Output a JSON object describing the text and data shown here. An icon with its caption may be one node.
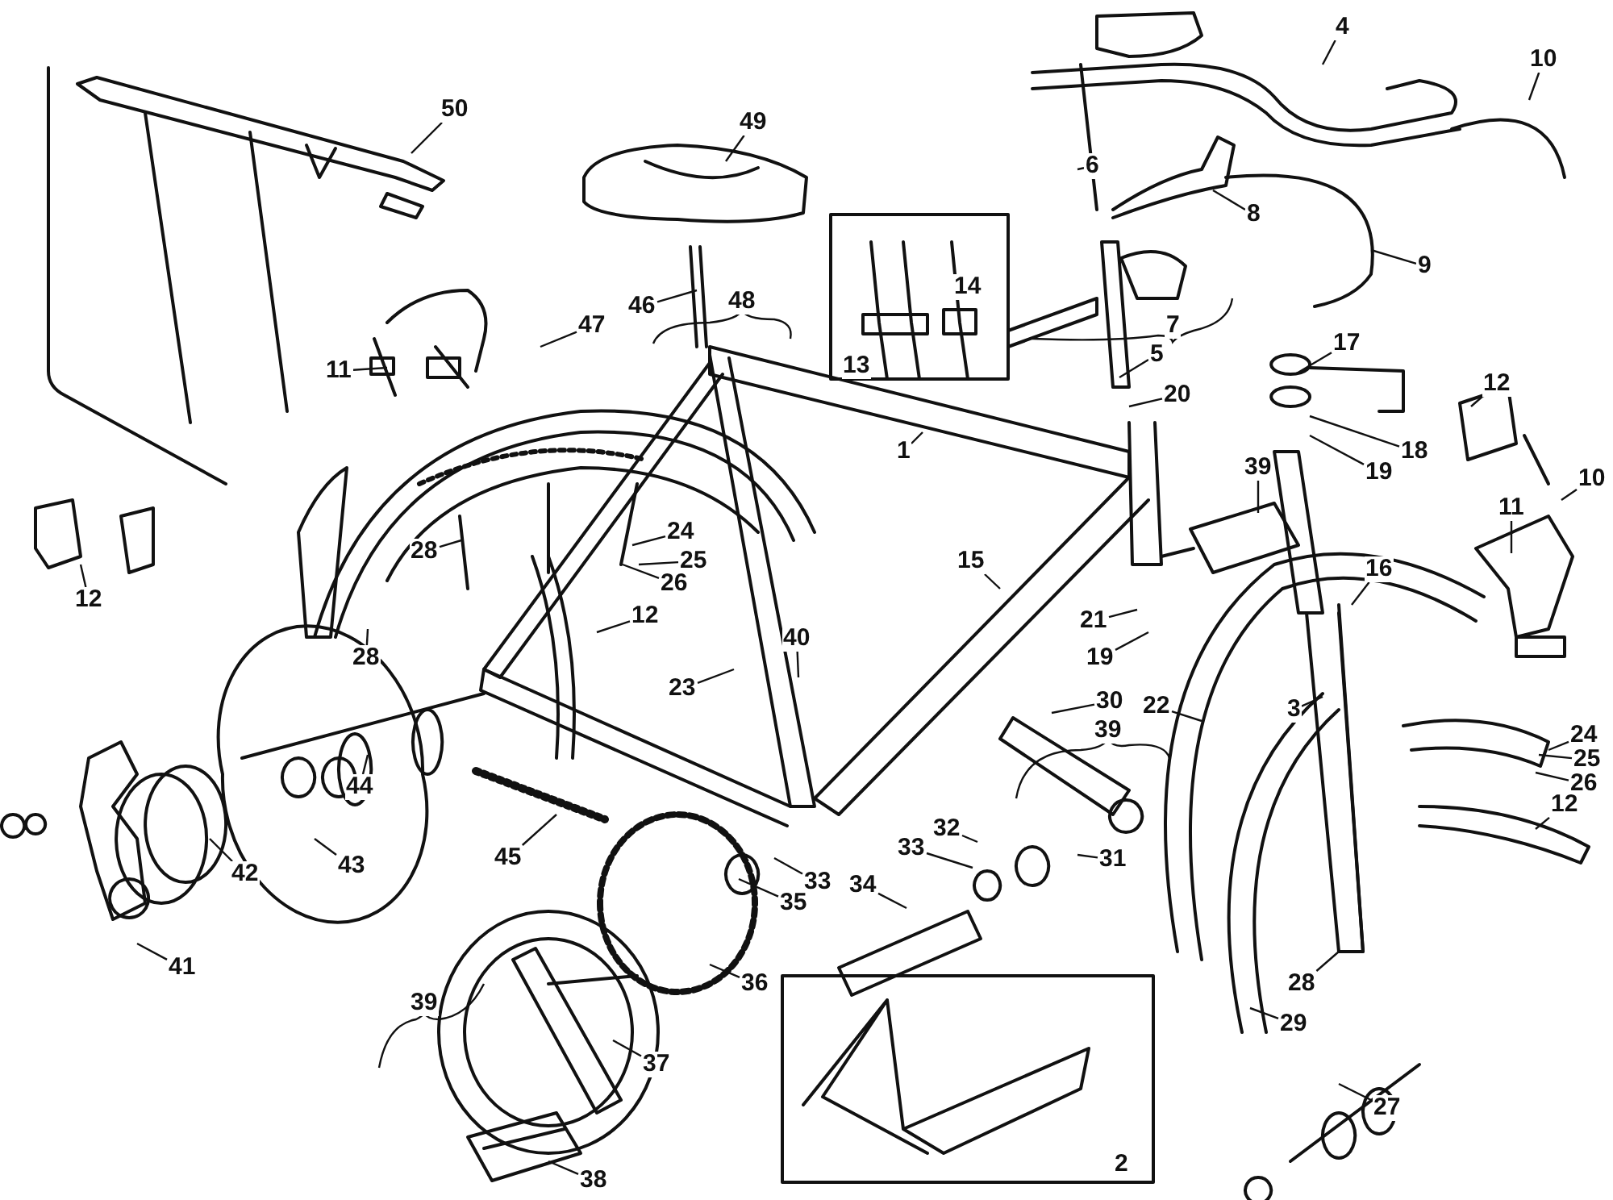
{
  "diagram": {
    "nodes": [
      {
        "text": [
          "4"
        ]
      },
      {
        "text": [
          "10"
        ]
      },
      {
        "text": [
          "50"
        ]
      },
      {
        "text": [
          "49"
        ]
      },
      {
        "text": [
          "6"
        ]
      },
      {
        "text": [
          "8"
        ]
      },
      {
        "text": [
          "9"
        ]
      },
      {
        "text": [
          "46"
        ]
      },
      {
        "text": [
          "47"
        ]
      },
      {
        "text": [
          "17"
        ]
      },
      {
        "text": [
          "5"
        ]
      },
      {
        "text": [
          "11"
        ]
      },
      {
        "text": [
          "12"
        ]
      },
      {
        "text": [
          "20"
        ]
      },
      {
        "text": [
          "1"
        ]
      },
      {
        "text": [
          "18"
        ]
      },
      {
        "text": [
          "19"
        ]
      },
      {
        "text": [
          "39"
        ]
      },
      {
        "text": [
          "10"
        ]
      },
      {
        "text": [
          "11"
        ]
      },
      {
        "text": [
          "24"
        ]
      },
      {
        "text": [
          "28"
        ]
      },
      {
        "text": [
          "25"
        ]
      },
      {
        "text": [
          "15"
        ]
      },
      {
        "text": [
          "16"
        ]
      },
      {
        "text": [
          "26"
        ]
      },
      {
        "text": [
          "12"
        ]
      },
      {
        "text": [
          "12"
        ]
      },
      {
        "text": [
          "21"
        ]
      },
      {
        "text": [
          "40"
        ]
      },
      {
        "text": [
          "28"
        ]
      },
      {
        "text": [
          "19"
        ]
      },
      {
        "text": [
          "23"
        ]
      },
      {
        "text": [
          "30"
        ]
      },
      {
        "text": [
          "22"
        ]
      },
      {
        "text": [
          "3"
        ]
      },
      {
        "text": [
          "24"
        ]
      },
      {
        "text": [
          "25"
        ]
      },
      {
        "text": [
          "26"
        ]
      },
      {
        "text": [
          "44"
        ]
      },
      {
        "text": [
          "12"
        ]
      },
      {
        "text": [
          "32"
        ]
      },
      {
        "text": [
          "33"
        ]
      },
      {
        "text": [
          "45"
        ]
      },
      {
        "text": [
          "31"
        ]
      },
      {
        "text": [
          "43"
        ]
      },
      {
        "text": [
          "42"
        ]
      },
      {
        "text": [
          "33"
        ]
      },
      {
        "text": [
          "34"
        ]
      },
      {
        "text": [
          "35"
        ]
      },
      {
        "text": [
          "41"
        ]
      },
      {
        "text": [
          "36"
        ]
      },
      {
        "text": [
          "28"
        ]
      },
      {
        "text": [
          "29"
        ]
      },
      {
        "text": [
          "37"
        ]
      },
      {
        "text": [
          "27"
        ]
      },
      {
        "text": [
          "38"
        ]
      },
      {
        "text": [
          "14"
        ]
      },
      {
        "text": [
          "48"
        ]
      },
      {
        "text": [
          "7"
        ]
      },
      {
        "text": [
          "13"
        ]
      },
      {
        "text": [
          "39"
        ]
      },
      {
        "text": [
          "39"
        ]
      },
      {
        "text": [
          "2"
        ]
      }
    ],
    "edges": [
      {
        "from": 0,
        "to": null,
        "arrow": "none"
      },
      {
        "from": 1,
        "to": null,
        "arrow": "none"
      },
      {
        "from": 2,
        "to": null,
        "arrow": "none"
      },
      {
        "from": 3,
        "to": null,
        "arrow": "none"
      },
      {
        "from": 4,
        "to": null,
        "arrow": "none"
      },
      {
        "from": 5,
        "to": null,
        "arrow": "none"
      },
      {
        "from": 6,
        "to": null,
        "arrow": "none"
      },
      {
        "from": 7,
        "to": null,
        "arrow": "none"
      },
      {
        "from": 8,
        "to": null,
        "arrow": "none"
      },
      {
        "from": 9,
        "to": null,
        "arrow": "none"
      },
      {
        "from": 10,
        "to": null,
        "arrow": "none"
      },
      {
        "from": 11,
        "to": null,
        "arrow": "none"
      },
      {
        "from": 12,
        "to": null,
        "arrow": "none"
      },
      {
        "from": 13,
        "to": null,
        "arrow": "none"
      },
      {
        "from": 14,
        "to": null,
        "arrow": "none"
      },
      {
        "from": 15,
        "to": null,
        "arrow": "none"
      },
      {
        "from": 16,
        "to": null,
        "arrow": "none"
      },
      {
        "from": 17,
        "to": null,
        "arrow": "none"
      },
      {
        "from": 18,
        "to": null,
        "arrow": "none"
      },
      {
        "from": 19,
        "to": null,
        "arrow": "none"
      },
      {
        "from": 20,
        "to": null,
        "arrow": "none"
      },
      {
        "from": 21,
        "to": null,
        "arrow": "none"
      },
      {
        "from": 22,
        "to": null,
        "arrow": "none"
      },
      {
        "from": 23,
        "to": null,
        "arrow": "none"
      },
      {
        "from": 24,
        "to": null,
        "arrow": "none"
      },
      {
        "from": 25,
        "to": null,
        "arrow": "none"
      },
      {
        "from": 26,
        "to": null,
        "arrow": "none"
      },
      {
        "from": 27,
        "to": null,
        "arrow": "none"
      },
      {
        "from": 28,
        "to": null,
        "arrow": "none"
      },
      {
        "from": 29,
        "to": null,
        "arrow": "none"
      },
      {
        "from": 30,
        "to": null,
        "arrow": "none"
      },
      {
        "from": 31,
        "to": null,
        "arrow": "none"
      },
      {
        "from": 32,
        "to": null,
        "arrow": "none"
      },
      {
        "from": 33,
        "to": null,
        "arrow": "none"
      },
      {
        "from": 34,
        "to": null,
        "arrow": "none"
      },
      {
        "from": 35,
        "to": null,
        "arrow": "none"
      },
      {
        "from": 36,
        "to": null,
        "arrow": "none"
      },
      {
        "from": 37,
        "to": null,
        "arrow": "none"
      },
      {
        "from": 38,
        "to": null,
        "arrow": "none"
      },
      {
        "from": 39,
        "to": null,
        "arrow": "none"
      },
      {
        "from": 40,
        "to": null,
        "arrow": "none"
      },
      {
        "from": 41,
        "to": null,
        "arrow": "none"
      },
      {
        "from": 42,
        "to": null,
        "arrow": "none"
      },
      {
        "from": 43,
        "to": null,
        "arrow": "none"
      },
      {
        "from": 44,
        "to": null,
        "arrow": "none"
      },
      {
        "from": 45,
        "to": null,
        "arrow": "none"
      },
      {
        "from": 46,
        "to": null,
        "arrow": "none"
      },
      {
        "from": 47,
        "to": null,
        "arrow": "none"
      },
      {
        "from": 48,
        "to": null,
        "arrow": "none"
      },
      {
        "from": 49,
        "to": null,
        "arrow": "none"
      },
      {
        "from": 50,
        "to": null,
        "arrow": "none"
      },
      {
        "from": 51,
        "to": null,
        "arrow": "none"
      },
      {
        "from": 52,
        "to": null,
        "arrow": "none"
      },
      {
        "from": 53,
        "to": null,
        "arrow": "none"
      },
      {
        "from": 54,
        "to": null,
        "arrow": "none"
      },
      {
        "from": 55,
        "to": null,
        "arrow": "none"
      },
      {
        "from": 56,
        "to": null,
        "arrow": "none"
      }
    ]
  }
}
